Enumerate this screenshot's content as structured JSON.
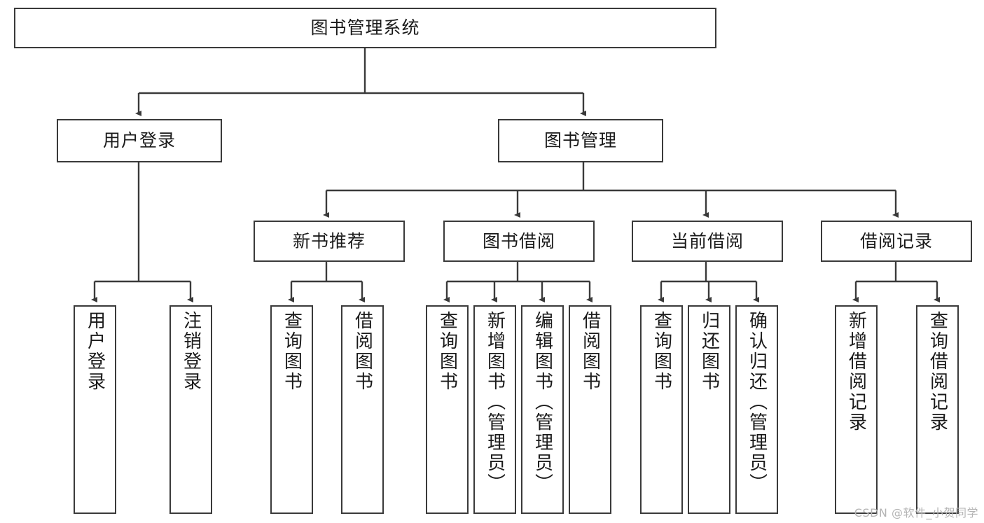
{
  "diagram": {
    "title": "图书管理系统",
    "type": "tree",
    "stroke_color": "#3a3a3a",
    "background_color": "#ffffff",
    "text_color": "#1a1a1a"
  },
  "nodes": {
    "root": {
      "label": "图书管理系统"
    },
    "level2": [
      {
        "label": "用户登录"
      },
      {
        "label": "图书管理"
      }
    ],
    "level3": [
      {
        "label": "新书推荐"
      },
      {
        "label": "图书借阅"
      },
      {
        "label": "当前借阅"
      },
      {
        "label": "借阅记录"
      }
    ],
    "leaves_user_login": [
      {
        "label": "用户登录"
      },
      {
        "label": "注销登录"
      }
    ],
    "leaves_new_book": [
      {
        "label": "查询图书"
      },
      {
        "label": "借阅图书"
      }
    ],
    "leaves_borrow": [
      {
        "label": "查询图书"
      },
      {
        "label": "新增图书（管理员）"
      },
      {
        "label": "编辑图书（管理员）"
      },
      {
        "label": "借阅图书"
      }
    ],
    "leaves_current": [
      {
        "label": "查询图书"
      },
      {
        "label": "归还图书"
      },
      {
        "label": "确认归还（管理员）"
      }
    ],
    "leaves_records": [
      {
        "label": "新增借阅记录"
      },
      {
        "label": "查询借阅记录"
      }
    ]
  },
  "watermark": {
    "text": "CSDN @软件_小贺同学"
  }
}
